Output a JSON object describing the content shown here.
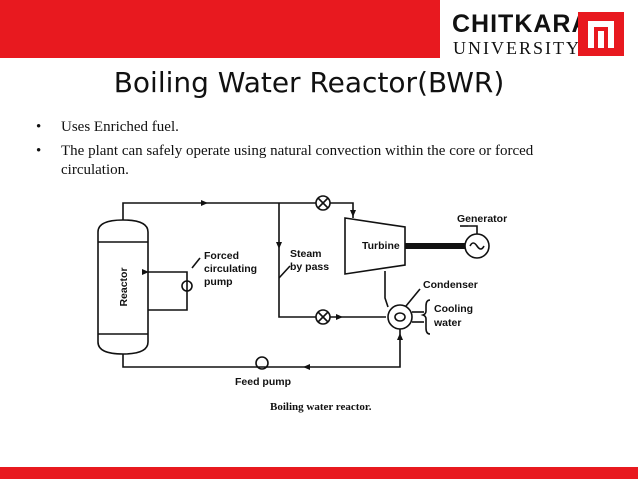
{
  "header": {
    "logo_name": "CHITKARA",
    "logo_sub": "UNIVERSITY",
    "accent_color": "#e8191f"
  },
  "slide": {
    "title": "Boiling Water Reactor(BWR)",
    "bullets": [
      {
        "marker": "•",
        "text": "Uses Enriched fuel."
      },
      {
        "marker": "•",
        "text": "The plant can safely operate using natural convection within the core or forced circulation."
      }
    ]
  },
  "diagram": {
    "labels": {
      "reactor": "Reactor",
      "forced_line1": "Forced",
      "forced_line2": "circulating",
      "forced_line3": "pump",
      "steam_line1": "Steam",
      "steam_line2": "by pass",
      "turbine": "Turbine",
      "generator": "Generator",
      "condenser": "Condenser",
      "cooling_line1": "Cooling",
      "cooling_line2": "water",
      "feed_pump": "Feed pump"
    },
    "caption": "Boiling water reactor."
  }
}
